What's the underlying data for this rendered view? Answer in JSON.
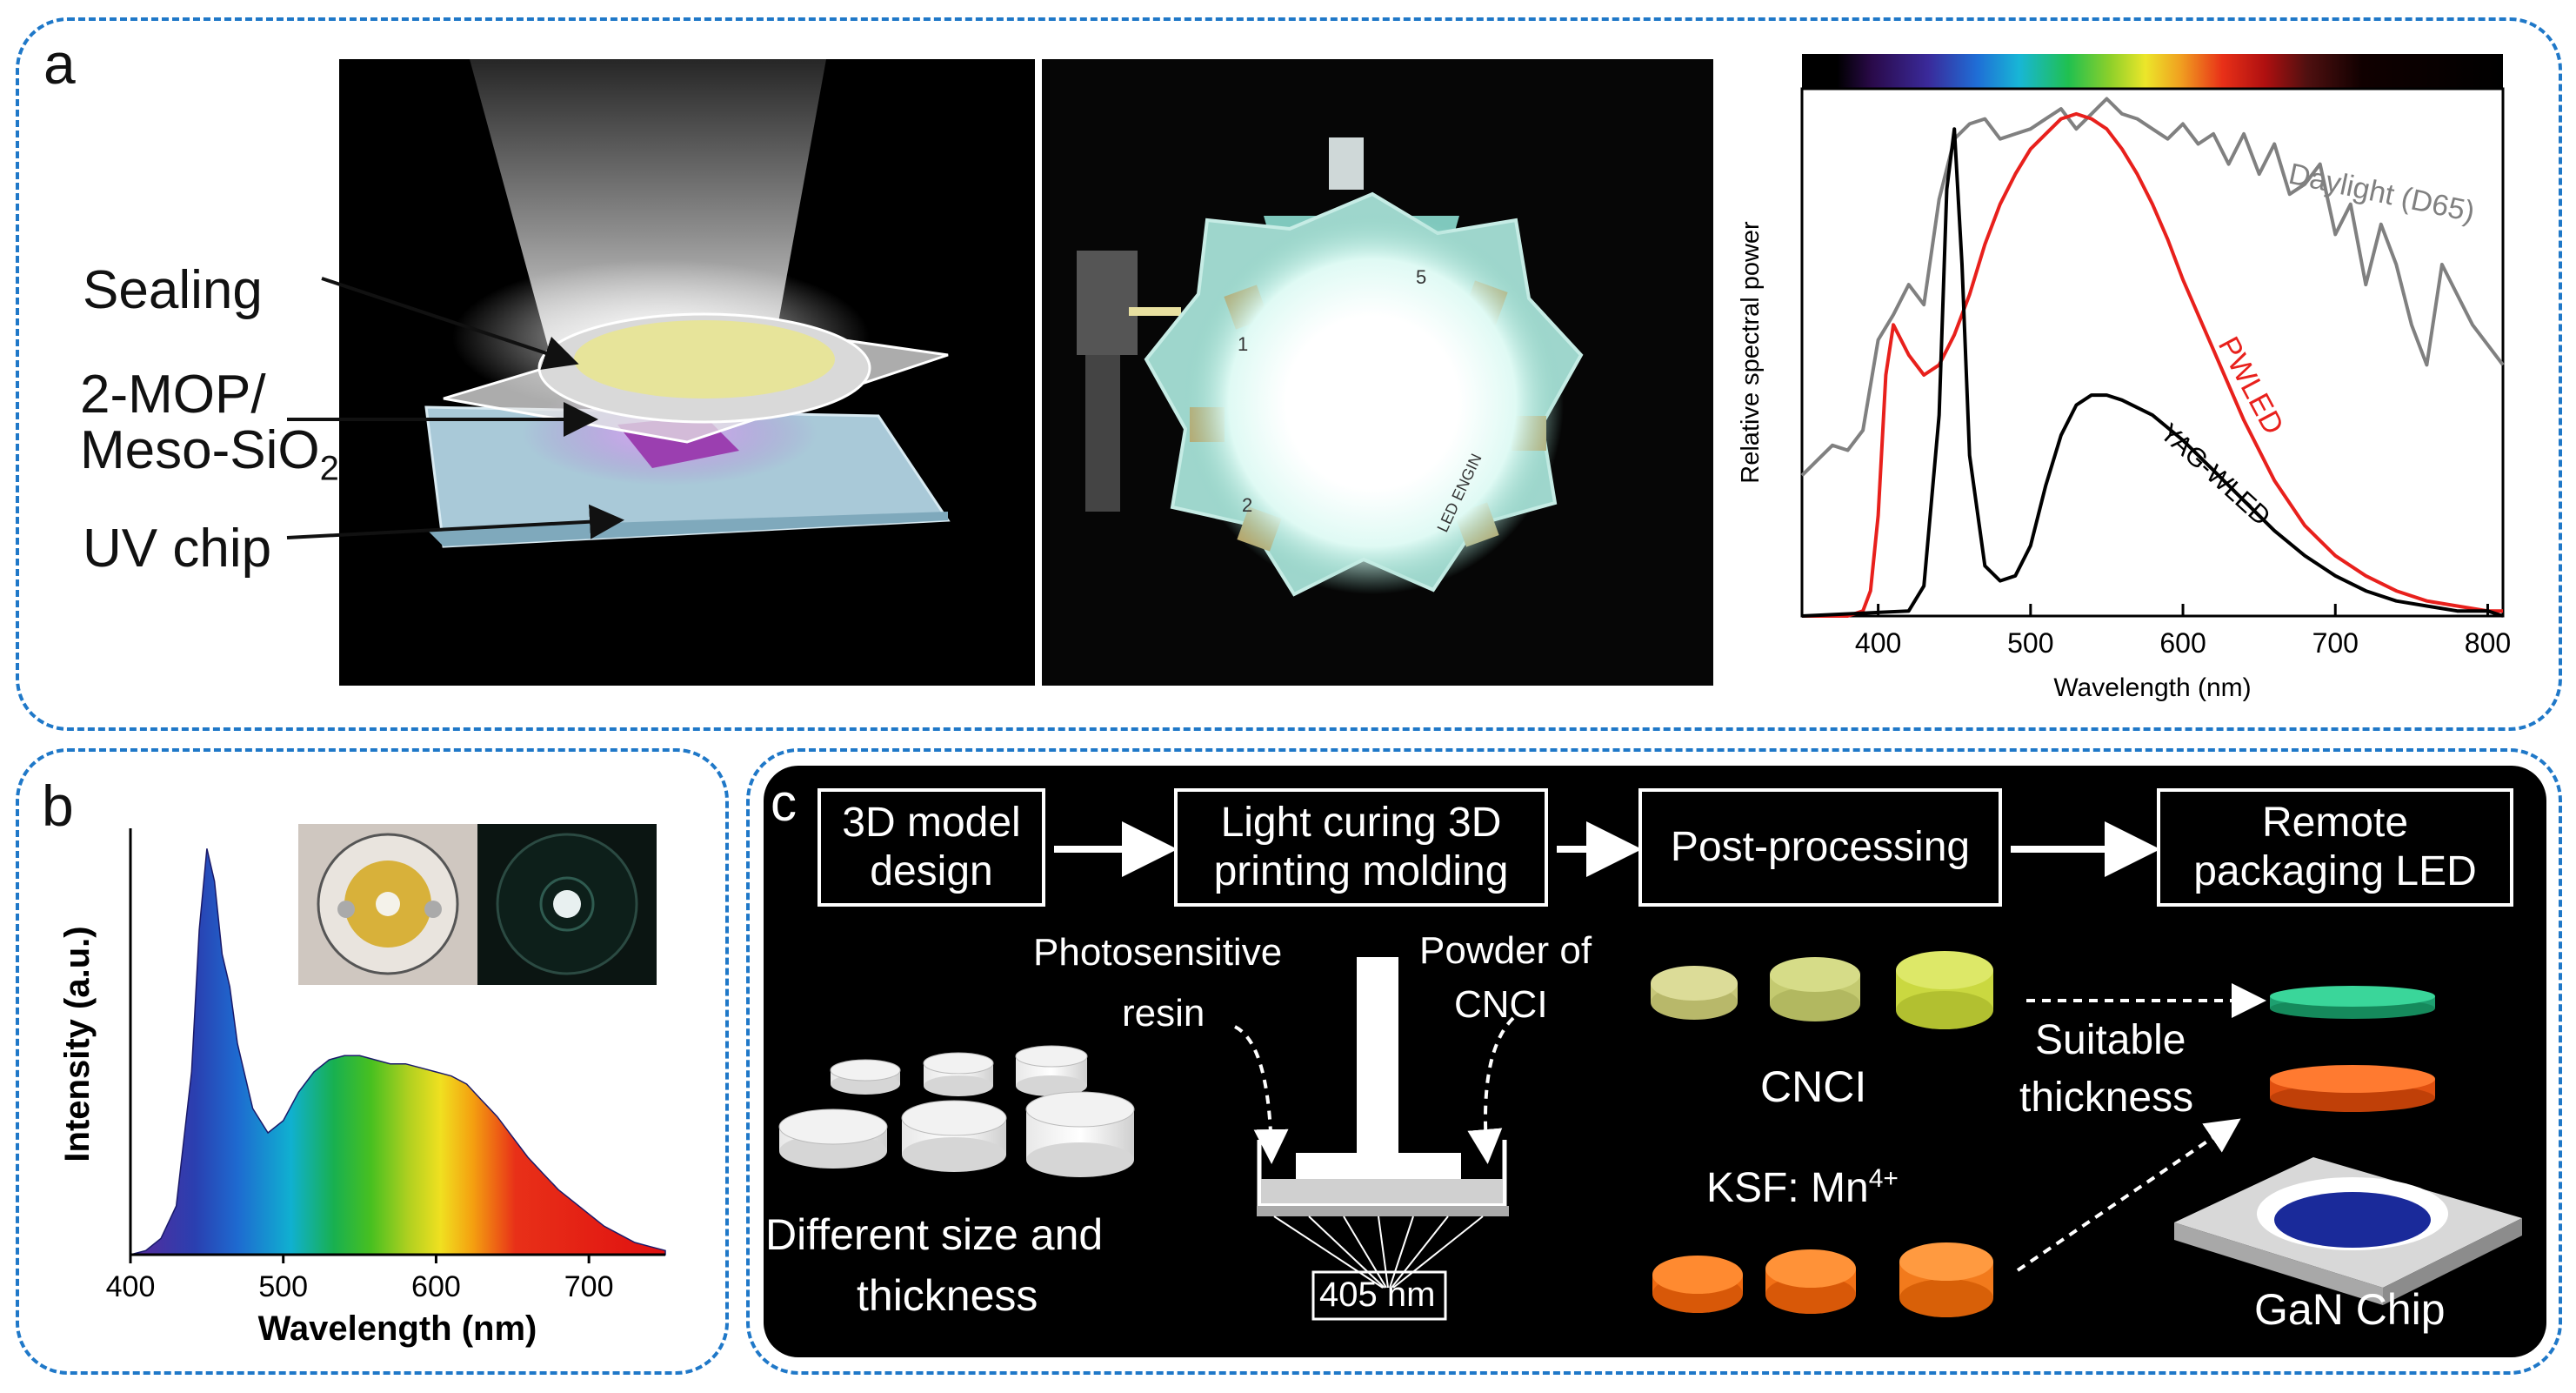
{
  "panel_a": {
    "label": "a",
    "layers": {
      "sealing": "Sealing",
      "mop_line1": "2-MOP/",
      "mop_line2": "Meso-SiO",
      "mop_sub": "2",
      "uv_chip": "UV chip"
    },
    "led_board": {
      "n1": "1",
      "n2": "2",
      "n5": "5",
      "brand": "LED ENGIN"
    },
    "chart": {
      "xlabel": "Wavelength (nm)",
      "ylabel": "Relative spectral power",
      "series_labels": {
        "daylight": "Daylight (D65)",
        "pwled": "PWLED",
        "yag": "YAG-WLED"
      },
      "x_ticks": [
        "400",
        "500",
        "600",
        "700",
        "800"
      ]
    }
  },
  "panel_b": {
    "label": "b",
    "chart": {
      "xlabel": "Wavelength (nm)",
      "ylabel": "Intensity (a.u.)",
      "x_ticks": [
        "400",
        "500",
        "600",
        "700"
      ]
    }
  },
  "panel_c": {
    "label": "c",
    "flow": [
      "3D model\ndesign",
      "Light curing 3D\nprinting molding",
      "Post-processing",
      "Remote\npackaging LED"
    ],
    "labels": {
      "photosensitive1": "Photosensitive",
      "photosensitive2": "resin",
      "powder1": "Powder of",
      "powder2": "CNCI",
      "diff1": "Different size and",
      "diff2": "thickness",
      "nm405": "405 nm",
      "cnci": "CNCI",
      "ksf": "KSF: Mn",
      "ksf_sup": "4+",
      "suitable1": "Suitable",
      "suitable2": "thickness",
      "gan": "GaN Chip"
    }
  },
  "chart_data": [
    {
      "type": "line",
      "xlabel": "Wavelength (nm)",
      "ylabel": "Relative spectral power",
      "xlim": [
        350,
        810
      ],
      "ylim": [
        0,
        1.05
      ],
      "x_ticks": [
        400,
        500,
        600,
        700,
        800
      ],
      "grid": false,
      "series": [
        {
          "name": "Daylight (D65)",
          "color": "#808080",
          "x": [
            350,
            360,
            370,
            380,
            390,
            400,
            410,
            420,
            430,
            440,
            450,
            460,
            470,
            480,
            490,
            500,
            510,
            520,
            530,
            540,
            550,
            560,
            570,
            580,
            590,
            600,
            610,
            620,
            630,
            640,
            650,
            660,
            670,
            680,
            690,
            700,
            710,
            720,
            730,
            740,
            750,
            760,
            770,
            780,
            790,
            800,
            810
          ],
          "y": [
            0.28,
            0.31,
            0.34,
            0.33,
            0.37,
            0.55,
            0.6,
            0.66,
            0.62,
            0.83,
            0.95,
            0.98,
            0.99,
            0.95,
            0.96,
            0.97,
            0.99,
            1.01,
            0.97,
            1.0,
            1.03,
            1.0,
            0.99,
            0.97,
            0.95,
            0.98,
            0.94,
            0.96,
            0.9,
            0.96,
            0.88,
            0.94,
            0.84,
            0.86,
            0.9,
            0.76,
            0.82,
            0.66,
            0.78,
            0.7,
            0.58,
            0.5,
            0.7,
            0.64,
            0.58,
            0.54,
            0.5
          ]
        },
        {
          "name": "PWLED",
          "color": "#e8201c",
          "x": [
            350,
            380,
            390,
            395,
            400,
            405,
            410,
            420,
            430,
            440,
            450,
            460,
            470,
            480,
            490,
            500,
            510,
            520,
            530,
            540,
            550,
            560,
            570,
            580,
            590,
            600,
            620,
            640,
            660,
            680,
            700,
            720,
            740,
            760,
            780,
            800,
            810
          ],
          "y": [
            0.0,
            0.0,
            0.01,
            0.05,
            0.2,
            0.48,
            0.58,
            0.52,
            0.48,
            0.5,
            0.56,
            0.64,
            0.74,
            0.82,
            0.88,
            0.93,
            0.96,
            0.99,
            1.0,
            0.99,
            0.97,
            0.93,
            0.88,
            0.82,
            0.75,
            0.67,
            0.53,
            0.39,
            0.27,
            0.18,
            0.12,
            0.08,
            0.05,
            0.03,
            0.02,
            0.01,
            0.01
          ]
        },
        {
          "name": "YAG-WLED",
          "color": "#000000",
          "x": [
            350,
            420,
            430,
            440,
            445,
            450,
            455,
            460,
            470,
            480,
            490,
            500,
            510,
            520,
            530,
            540,
            550,
            560,
            580,
            600,
            620,
            640,
            660,
            680,
            700,
            720,
            740,
            760,
            780,
            800,
            810
          ],
          "y": [
            0.0,
            0.01,
            0.06,
            0.4,
            0.85,
            0.97,
            0.7,
            0.32,
            0.1,
            0.07,
            0.08,
            0.14,
            0.26,
            0.36,
            0.42,
            0.44,
            0.44,
            0.43,
            0.4,
            0.35,
            0.29,
            0.23,
            0.17,
            0.12,
            0.08,
            0.05,
            0.03,
            0.02,
            0.01,
            0.01,
            0.0
          ]
        }
      ]
    },
    {
      "type": "area",
      "xlabel": "Wavelength (nm)",
      "ylabel": "Intensity (a.u.)",
      "xlim": [
        400,
        750
      ],
      "ylim": [
        0,
        1.05
      ],
      "x_ticks": [
        400,
        500,
        600,
        700
      ],
      "grid": false,
      "series": [
        {
          "name": "",
          "x": [
            400,
            410,
            420,
            430,
            440,
            445,
            450,
            455,
            460,
            465,
            470,
            480,
            490,
            500,
            510,
            520,
            530,
            540,
            550,
            560,
            570,
            580,
            590,
            600,
            610,
            620,
            630,
            640,
            650,
            660,
            670,
            680,
            690,
            700,
            710,
            720,
            730,
            740,
            750
          ],
          "y": [
            0.0,
            0.01,
            0.04,
            0.12,
            0.45,
            0.8,
            1.0,
            0.92,
            0.74,
            0.66,
            0.52,
            0.36,
            0.3,
            0.33,
            0.4,
            0.45,
            0.48,
            0.49,
            0.49,
            0.48,
            0.47,
            0.47,
            0.46,
            0.45,
            0.44,
            0.42,
            0.38,
            0.34,
            0.29,
            0.24,
            0.2,
            0.16,
            0.13,
            0.1,
            0.07,
            0.05,
            0.03,
            0.02,
            0.01
          ]
        }
      ]
    }
  ]
}
